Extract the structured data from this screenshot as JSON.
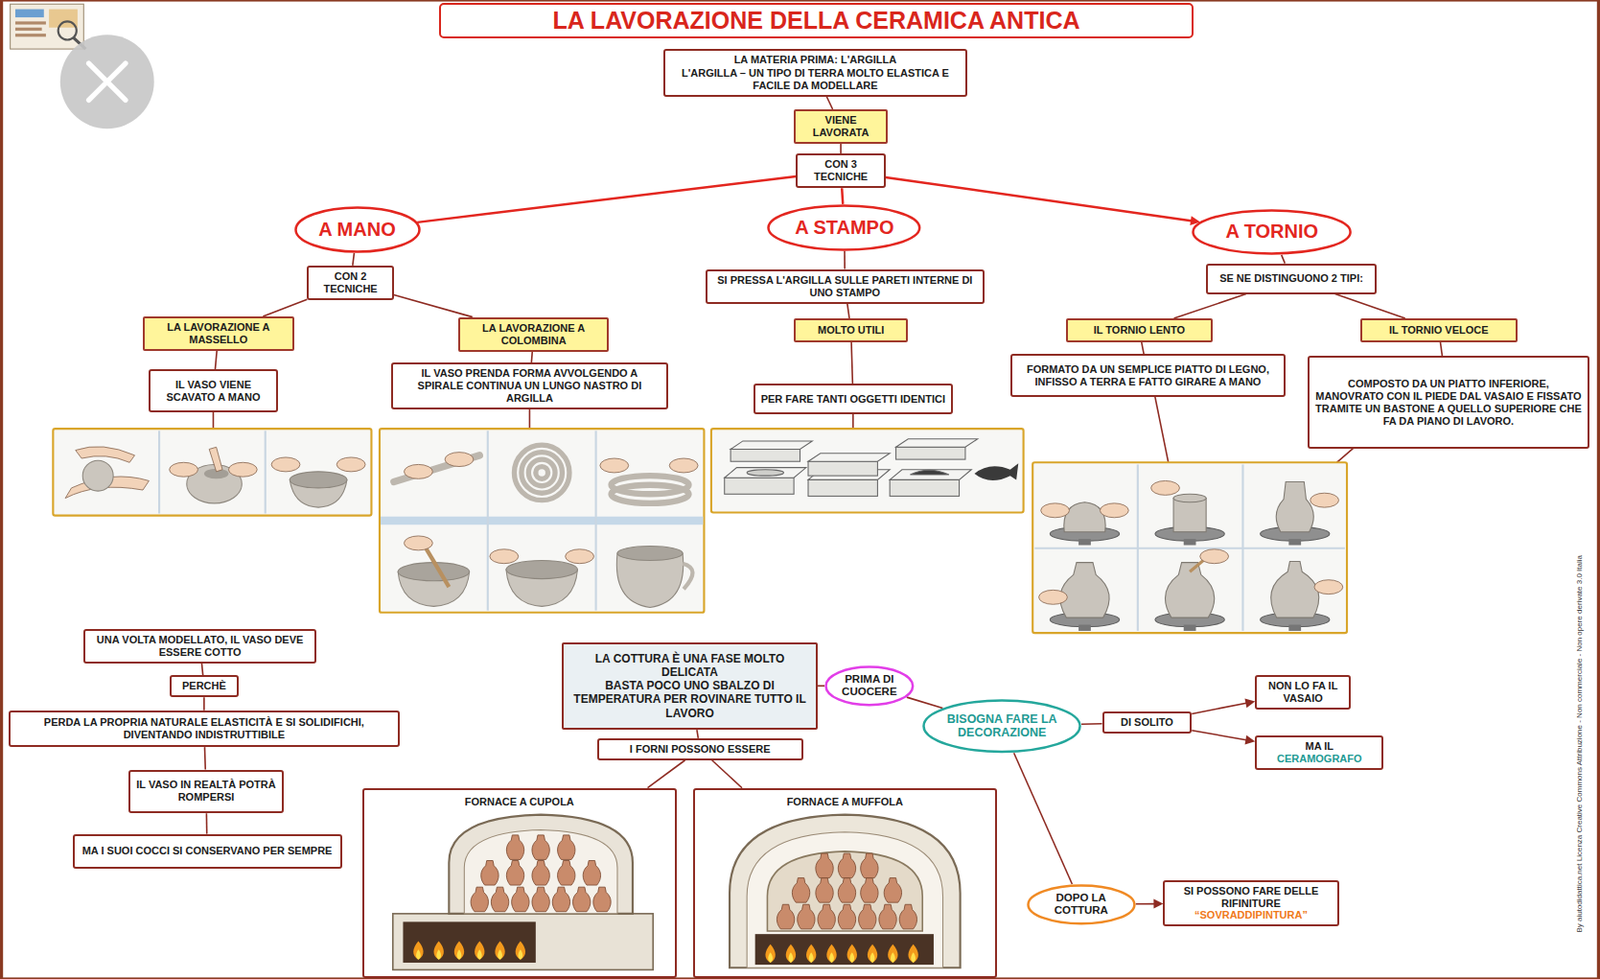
{
  "diagram": {
    "title": "LA LAVORAZIONE DELLA CERAMICA ANTICA",
    "nodes": [
      {
        "text": [
          "LA MATERIA PRIMA: L'ARGILLA",
          "L'ARGILLA – UN TIPO DI TERRA MOLTO ELASTICA E FACILE DA MODELLARE"
        ]
      },
      {
        "text": [
          "VIENE LAVORATA"
        ]
      },
      {
        "text": [
          "CON 3 TECNICHE"
        ]
      },
      {
        "text": [
          "A MANO"
        ]
      },
      {
        "text": [
          "A STAMPO"
        ]
      },
      {
        "text": [
          "A TORNIO"
        ]
      },
      {
        "text": [
          "CON 2 TECNICHE"
        ]
      },
      {
        "text": [
          "LA LAVORAZIONE A MASSELLO"
        ]
      },
      {
        "text": [
          "IL VASO VIENE SCAVATO A MANO"
        ]
      },
      {
        "text": [
          "LA LAVORAZIONE A COLOMBINA"
        ]
      },
      {
        "text": [
          "IL VASO PRENDA FORMA AVVOLGENDO A SPIRALE CONTINUA UN LUNGO NASTRO DI ARGILLA"
        ]
      },
      {
        "text": [
          "SI PRESSA L'ARGILLA SULLE PARETI INTERNE DI UNO STAMPO"
        ]
      },
      {
        "text": [
          "MOLTO UTILI"
        ]
      },
      {
        "text": [
          "PER FARE TANTI OGGETTI IDENTICI"
        ]
      },
      {
        "text": [
          "SE NE DISTINGUONO 2 TIPI:"
        ]
      },
      {
        "text": [
          "IL TORNIO LENTO"
        ]
      },
      {
        "text": [
          "FORMATO DA UN SEMPLICE PIATTO DI LEGNO, INFISSO A TERRA E FATTO GIRARE A MANO"
        ]
      },
      {
        "text": [
          "IL TORNIO VELOCE"
        ]
      },
      {
        "text": [
          "COMPOSTO DA UN PIATTO INFERIORE, MANOVRATO CON IL PIEDE DAL VASAIO E FISSATO TRAMITE UN BASTONE A QUELLO SUPERIORE CHE FA DA PIANO DI LAVORO."
        ]
      },
      {
        "text": [
          "UNA VOLTA MODELLATO, IL VASO DEVE ESSERE COTTO"
        ]
      },
      {
        "text": [
          "PERCHÈ"
        ]
      },
      {
        "text": [
          "PERDA LA PROPRIA NATURALE ELASTICITÀ E SI SOLIDIFICHI, DIVENTANDO INDISTRUTTIBILE"
        ]
      },
      {
        "text": [
          "IL VASO IN REALTÀ POTRÀ ROMPERSI"
        ]
      },
      {
        "text": [
          "MA I SUOI COCCI SI CONSERVANO PER SEMPRE"
        ]
      },
      {
        "text": [
          "LA COTTURA È UNA FASE MOLTO DELICATA",
          "BASTA POCO UNO SBALZO DI TEMPERATURA PER ROVINARE TUTTO IL LAVORO"
        ]
      },
      {
        "text": [
          "I FORNI POSSONO ESSERE"
        ]
      },
      {
        "text": [
          "FORNACE A CUPOLA"
        ]
      },
      {
        "text": [
          "FORNACE A MUFFOLA"
        ]
      },
      {
        "text": [
          "PRIMA DI CUOCERE"
        ]
      },
      {
        "text": [
          "BISOGNA FARE LA DECORAZIONE"
        ]
      },
      {
        "text": [
          "DI SOLITO"
        ]
      },
      {
        "text": [
          "NON LO FA IL VASAIO"
        ]
      },
      {
        "text": [
          "MA IL",
          "CERAMOGRAFO"
        ]
      },
      {
        "text": [
          "DOPO LA COTTURA"
        ]
      },
      {
        "text": [
          "SI POSSONO FARE DELLE RIFINITURE",
          "“SOVRADDIPINTURA”"
        ]
      }
    ],
    "edges": [
      {
        "from": 0,
        "to": 1,
        "arrow": "none"
      },
      {
        "from": 1,
        "to": 2,
        "arrow": "none"
      },
      {
        "from": 2,
        "to": 3,
        "arrow": "none"
      },
      {
        "from": 2,
        "to": 4,
        "arrow": "none"
      },
      {
        "from": 2,
        "to": 5,
        "arrow": "to"
      },
      {
        "from": 3,
        "to": 6,
        "arrow": "none"
      },
      {
        "from": 6,
        "to": 7,
        "arrow": "none"
      },
      {
        "from": 6,
        "to": 9,
        "arrow": "none"
      },
      {
        "from": 7,
        "to": 8,
        "arrow": "none"
      },
      {
        "from": 9,
        "to": 10,
        "arrow": "none"
      },
      {
        "from": 4,
        "to": 11,
        "arrow": "none"
      },
      {
        "from": 11,
        "to": 12,
        "arrow": "none"
      },
      {
        "from": 12,
        "to": 13,
        "arrow": "none"
      },
      {
        "from": 5,
        "to": 14,
        "arrow": "none"
      },
      {
        "from": 14,
        "to": 15,
        "arrow": "none"
      },
      {
        "from": 14,
        "to": 17,
        "arrow": "none"
      },
      {
        "from": 15,
        "to": 16,
        "arrow": "none"
      },
      {
        "from": 17,
        "to": 18,
        "arrow": "none"
      },
      {
        "from": 19,
        "to": 20,
        "arrow": "none"
      },
      {
        "from": 20,
        "to": 21,
        "arrow": "none"
      },
      {
        "from": 21,
        "to": 22,
        "arrow": "none"
      },
      {
        "from": 22,
        "to": 23,
        "arrow": "none"
      },
      {
        "from": 24,
        "to": 25,
        "arrow": "none"
      },
      {
        "from": 25,
        "to": 26,
        "arrow": "none"
      },
      {
        "from": 25,
        "to": 27,
        "arrow": "none"
      },
      {
        "from": 24,
        "to": 28,
        "arrow": "none"
      },
      {
        "from": 28,
        "to": 29,
        "arrow": "none"
      },
      {
        "from": 29,
        "to": 30,
        "arrow": "none"
      },
      {
        "from": 30,
        "to": 31,
        "arrow": "to"
      },
      {
        "from": 30,
        "to": 32,
        "arrow": "to"
      },
      {
        "from": 29,
        "to": 33,
        "arrow": "none"
      },
      {
        "from": 33,
        "to": 34,
        "arrow": "to"
      }
    ],
    "labels": [
      "By aiutodidattica.net Licenza Creative Commons Attribuzione - Non commerciale - Non opere derivate 3.0 Italia"
    ]
  }
}
